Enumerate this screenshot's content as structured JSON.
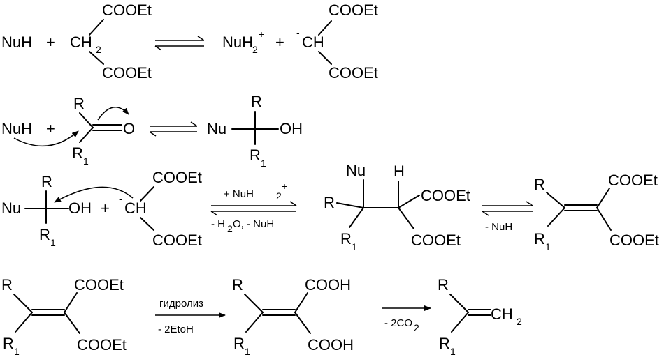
{
  "species": {
    "nuh": "NuH",
    "plus": "+",
    "cooet": "COOEt",
    "cooh": "COOH",
    "ch": "CH",
    "h": "H",
    "sub2": "2",
    "minus": "-",
    "nuh2": "NuH",
    "plus_charge": "+",
    "r": "R",
    "r1_main": "R",
    "sub1": "1",
    "o": "O",
    "oh": "OH",
    "nu": "Nu",
    "ch2_end": "CH"
  },
  "conditions": {
    "step3_above": "+ NuH",
    "step3_above_sup": "+",
    "step3_below": "- H",
    "step3_below_sub": "2",
    "step3_below_rest": "O, - NuH",
    "step4_below": "- NuH",
    "step5_above": "гидролиз",
    "step5_below": "- 2EtoH",
    "step6_below": "- 2CO",
    "step6_below_sub": "2"
  }
}
